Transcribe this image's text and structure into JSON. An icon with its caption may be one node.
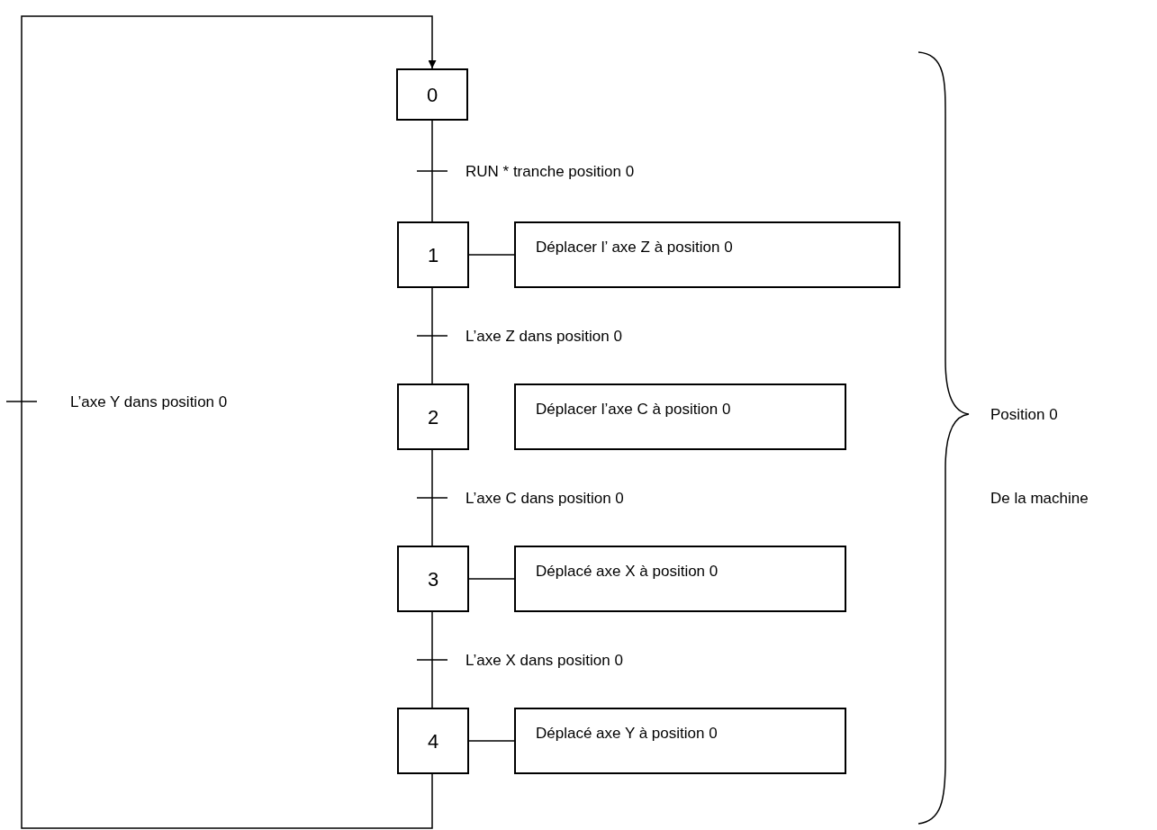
{
  "diagram": {
    "nodes": [
      {
        "text": [
          "0"
        ]
      },
      {
        "text": [
          "1"
        ]
      },
      {
        "text": [
          "2"
        ]
      },
      {
        "text": [
          "3"
        ]
      },
      {
        "text": [
          "4"
        ]
      },
      {
        "text": [
          "Déplacer l’ axe Z à position 0"
        ]
      },
      {
        "text": [
          "Déplacer l’axe C à position 0"
        ]
      },
      {
        "text": [
          "Déplacé axe X à position 0"
        ]
      },
      {
        "text": [
          "Déplacé axe Y à position 0"
        ]
      }
    ],
    "edges": [
      {
        "from": 0,
        "to": 1,
        "arrow": "none",
        "label": "RUN * tranche position 0"
      },
      {
        "from": 1,
        "to": 2,
        "arrow": "none",
        "label": "L’axe Z dans position 0"
      },
      {
        "from": 2,
        "to": 3,
        "arrow": "none",
        "label": "L’axe C dans position 0"
      },
      {
        "from": 3,
        "to": 4,
        "arrow": "none",
        "label": "L’axe X dans position 0"
      },
      {
        "from": 4,
        "to": 0,
        "arrow": "to",
        "label": "L’axe Y dans position 0"
      },
      {
        "from": 1,
        "to": 5,
        "arrow": "none"
      },
      {
        "from": 3,
        "to": 7,
        "arrow": "none"
      },
      {
        "from": 4,
        "to": 8,
        "arrow": "none"
      }
    ],
    "labels": [
      "Position 0",
      "De la machine"
    ]
  }
}
